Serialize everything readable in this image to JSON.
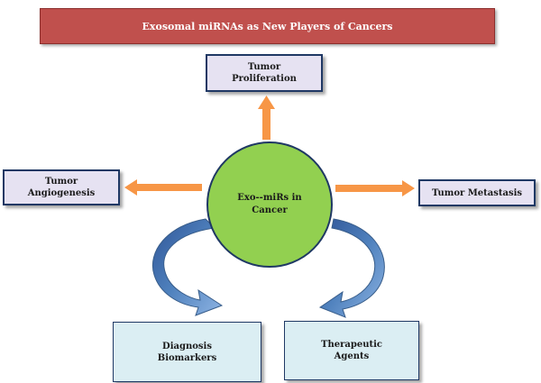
{
  "title": "Exosomal miRNAs as New Players of Cancers",
  "center": {
    "line1": "Exo--miRs in",
    "line2": "Cancer"
  },
  "nodes": {
    "proliferation": {
      "line1": "Tumor",
      "line2": "Proliferation"
    },
    "angiogenesis": {
      "line1": "Tumor",
      "line2": "Angiogenesis"
    },
    "metastasis": {
      "line1": "Tumor Metastasis"
    },
    "diagnosis": {
      "line1": "Diagnosis",
      "line2": "Biomarkers"
    },
    "therapeutic": {
      "line1": "Therapeutic",
      "line2": "Agents"
    }
  },
  "colors": {
    "title_fill": "#c0504d",
    "center_fill": "#92d050",
    "node_fill_top": "#e6e2f2",
    "node_fill_bottom": "#dbeef3",
    "straight_arrow": "#f79646",
    "curved_arrow": "#4f81bd"
  }
}
